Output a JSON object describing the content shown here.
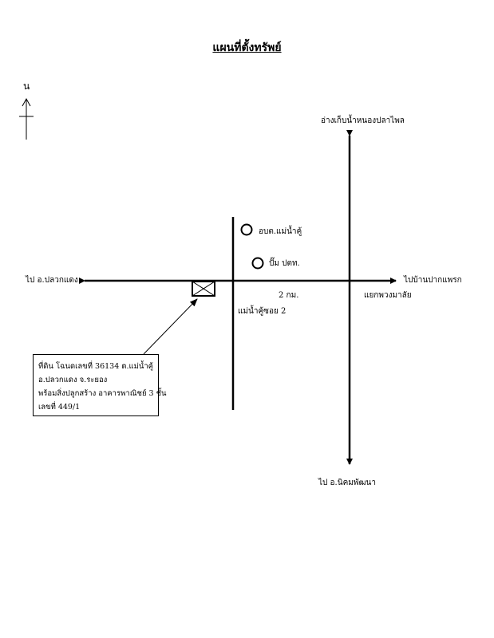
{
  "title": "แผนที่ตั้งทรัพย์",
  "compass": {
    "north_label": "น"
  },
  "roads": {
    "west_label": "ไป อ.ปลวกแดง",
    "east_label": "ไปบ้านปากแพรก",
    "north_label": "อ่างเก็บน้ำหนองปลาไพล",
    "south_label": "ไป อ.นิคมพัฒนา",
    "soi_label": "แม่น้ำคู้ซอย 2",
    "distance_label": "2 กม.",
    "junction_label": "แยกพวงมาลัย"
  },
  "landmarks": {
    "obt_label": "อบต.แม่น้ำคู้",
    "ptt_label": "ปั๊ม ปตท."
  },
  "note": {
    "line1": "ที่ดิน โฉนดเลขที่  36134 ต.แม่น้ำคู้",
    "line2": "อ.ปลวกแดง  จ.ระยอง",
    "line3": "พร้อมสิ่งปลูกสร้าง อาคารพาณิชย์ 3 ชั้น",
    "line4": "เลขที่ 449/1"
  }
}
